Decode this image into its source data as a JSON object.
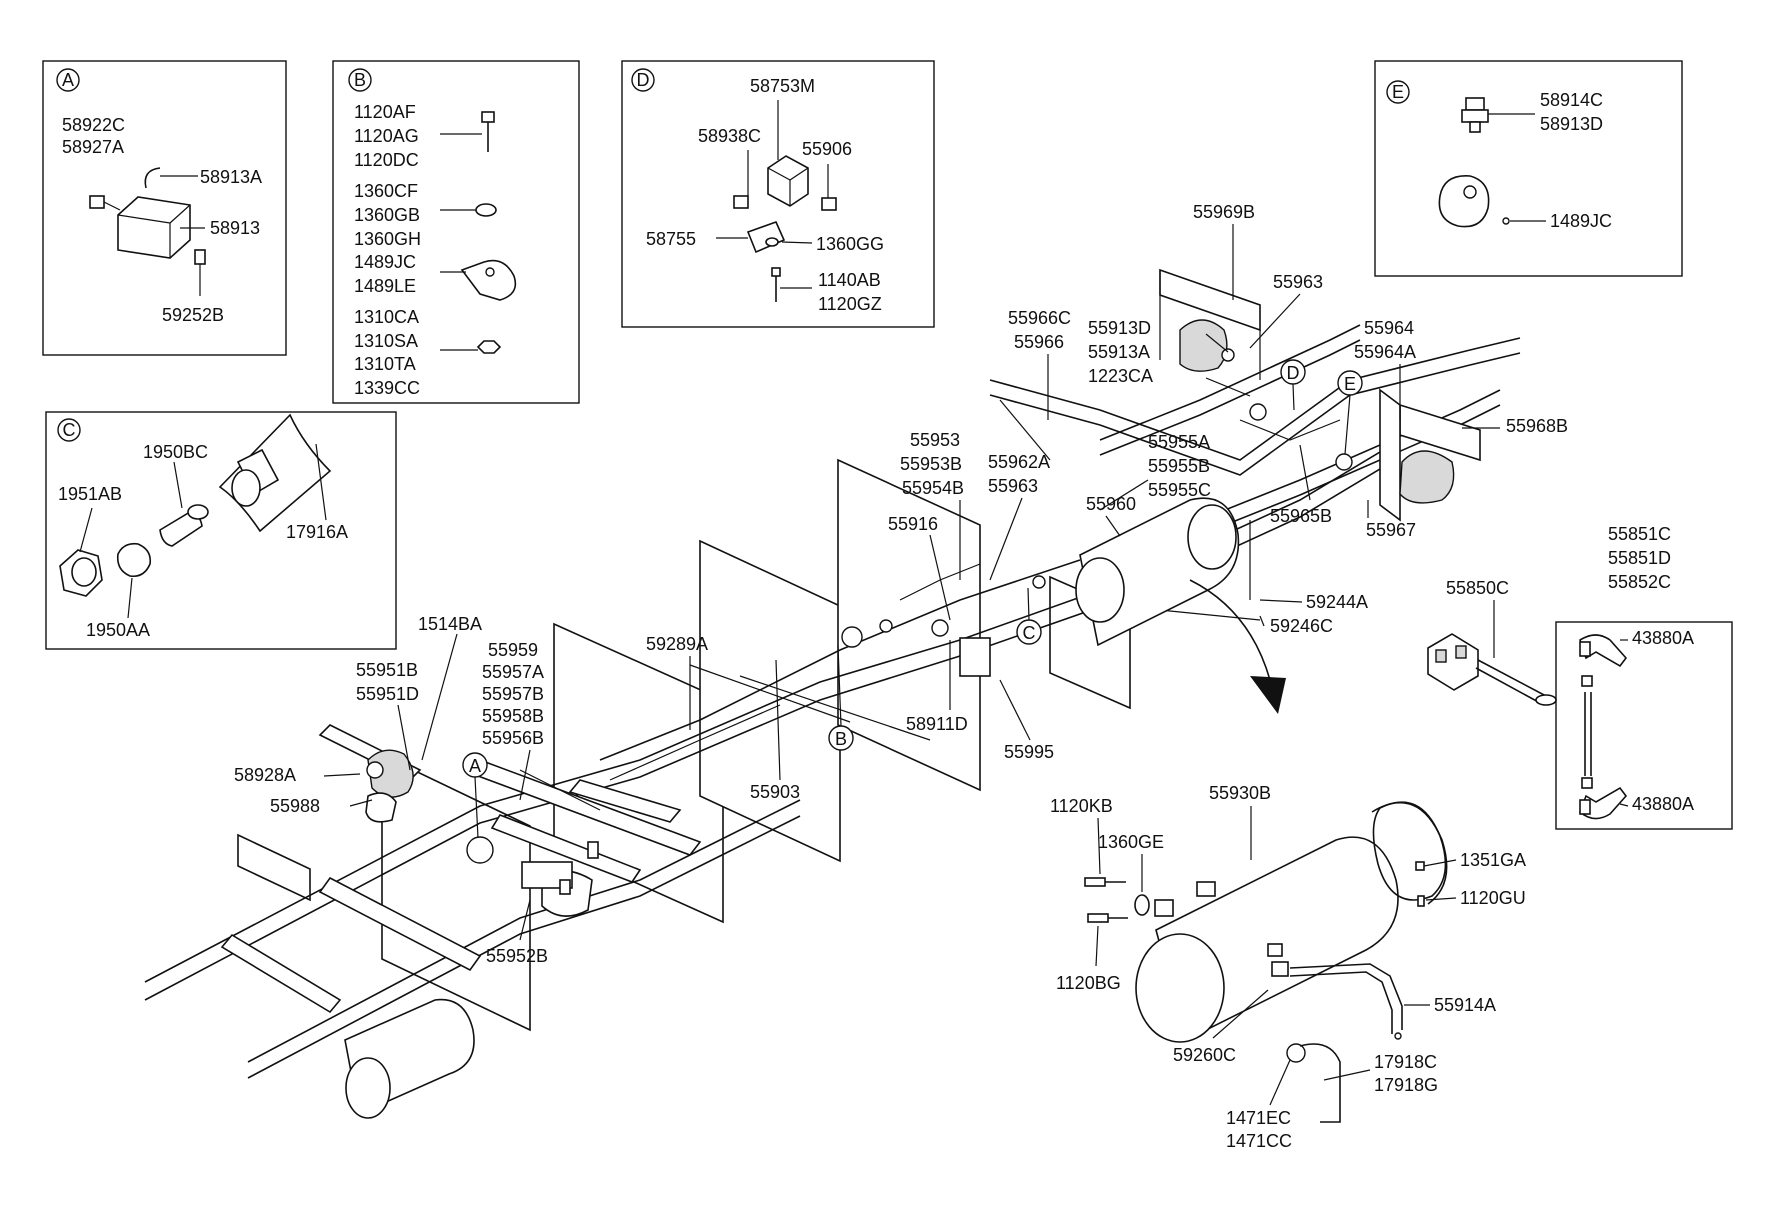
{
  "callouts": [
    "A",
    "B",
    "C",
    "D",
    "E"
  ],
  "boxes": {
    "A": [
      "58922C",
      "58927A",
      "58913A",
      "58913",
      "59252B"
    ],
    "B": [
      "1120AF",
      "1120AG",
      "1120DC",
      "1360CF",
      "1360GB",
      "1360GH",
      "1489JC",
      "1489LE",
      "1310CA",
      "1310SA",
      "1310TA",
      "1339CC"
    ],
    "C": [
      "1950BC",
      "1951AB",
      "17916A",
      "1950AA"
    ],
    "D": [
      "58753M",
      "58938C",
      "55906",
      "58755",
      "1360GG",
      "1140AB",
      "1120GZ"
    ],
    "E": [
      "58914C",
      "58913D",
      "1489JC"
    ]
  },
  "main": [
    "55969B",
    "55963",
    "55966C",
    "55966",
    "55913D",
    "55913A",
    "1223CA",
    "55964",
    "55964A",
    "55968B",
    "55953",
    "55953B",
    "55954B",
    "55962A",
    "55963",
    "55955A",
    "55955B",
    "55955C",
    "55965B",
    "55967",
    "55960",
    "55916",
    "59244A",
    "59246C",
    "59289A",
    "58911D",
    "55995",
    "55903",
    "1514BA",
    "55951B",
    "55951D",
    "55959",
    "55957A",
    "55957B",
    "55958B",
    "55956B",
    "58928A",
    "55988",
    "55952B"
  ],
  "tank": [
    "55930B",
    "1120KB",
    "1360GE",
    "1351GA",
    "1120GU",
    "1120BG",
    "55914A",
    "59260C",
    "17918C",
    "17918G",
    "1471EC",
    "1471CC"
  ],
  "side": [
    "55850C",
    "55851C",
    "55851D",
    "55852C",
    "43880A",
    "43880A"
  ]
}
